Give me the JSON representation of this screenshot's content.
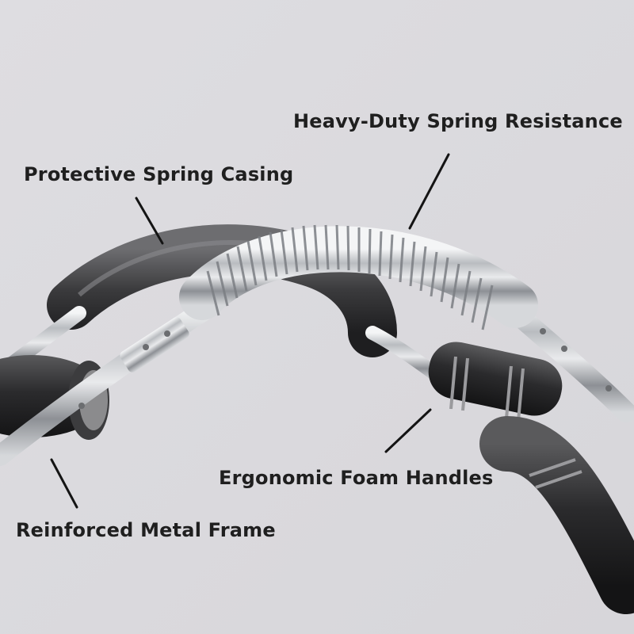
{
  "image": {
    "subject": "spring-loaded arm exerciser product photo with callouts",
    "background_color": "#dcdbdf",
    "label_color": "#1f1f1f",
    "leader_line_color": "#141414"
  },
  "callouts": {
    "spring": "Heavy-Duty Spring Resistance",
    "casing": "Protective Spring Casing",
    "handles": "Ergonomic Foam Handles",
    "frame": "Reinforced Metal Frame"
  }
}
